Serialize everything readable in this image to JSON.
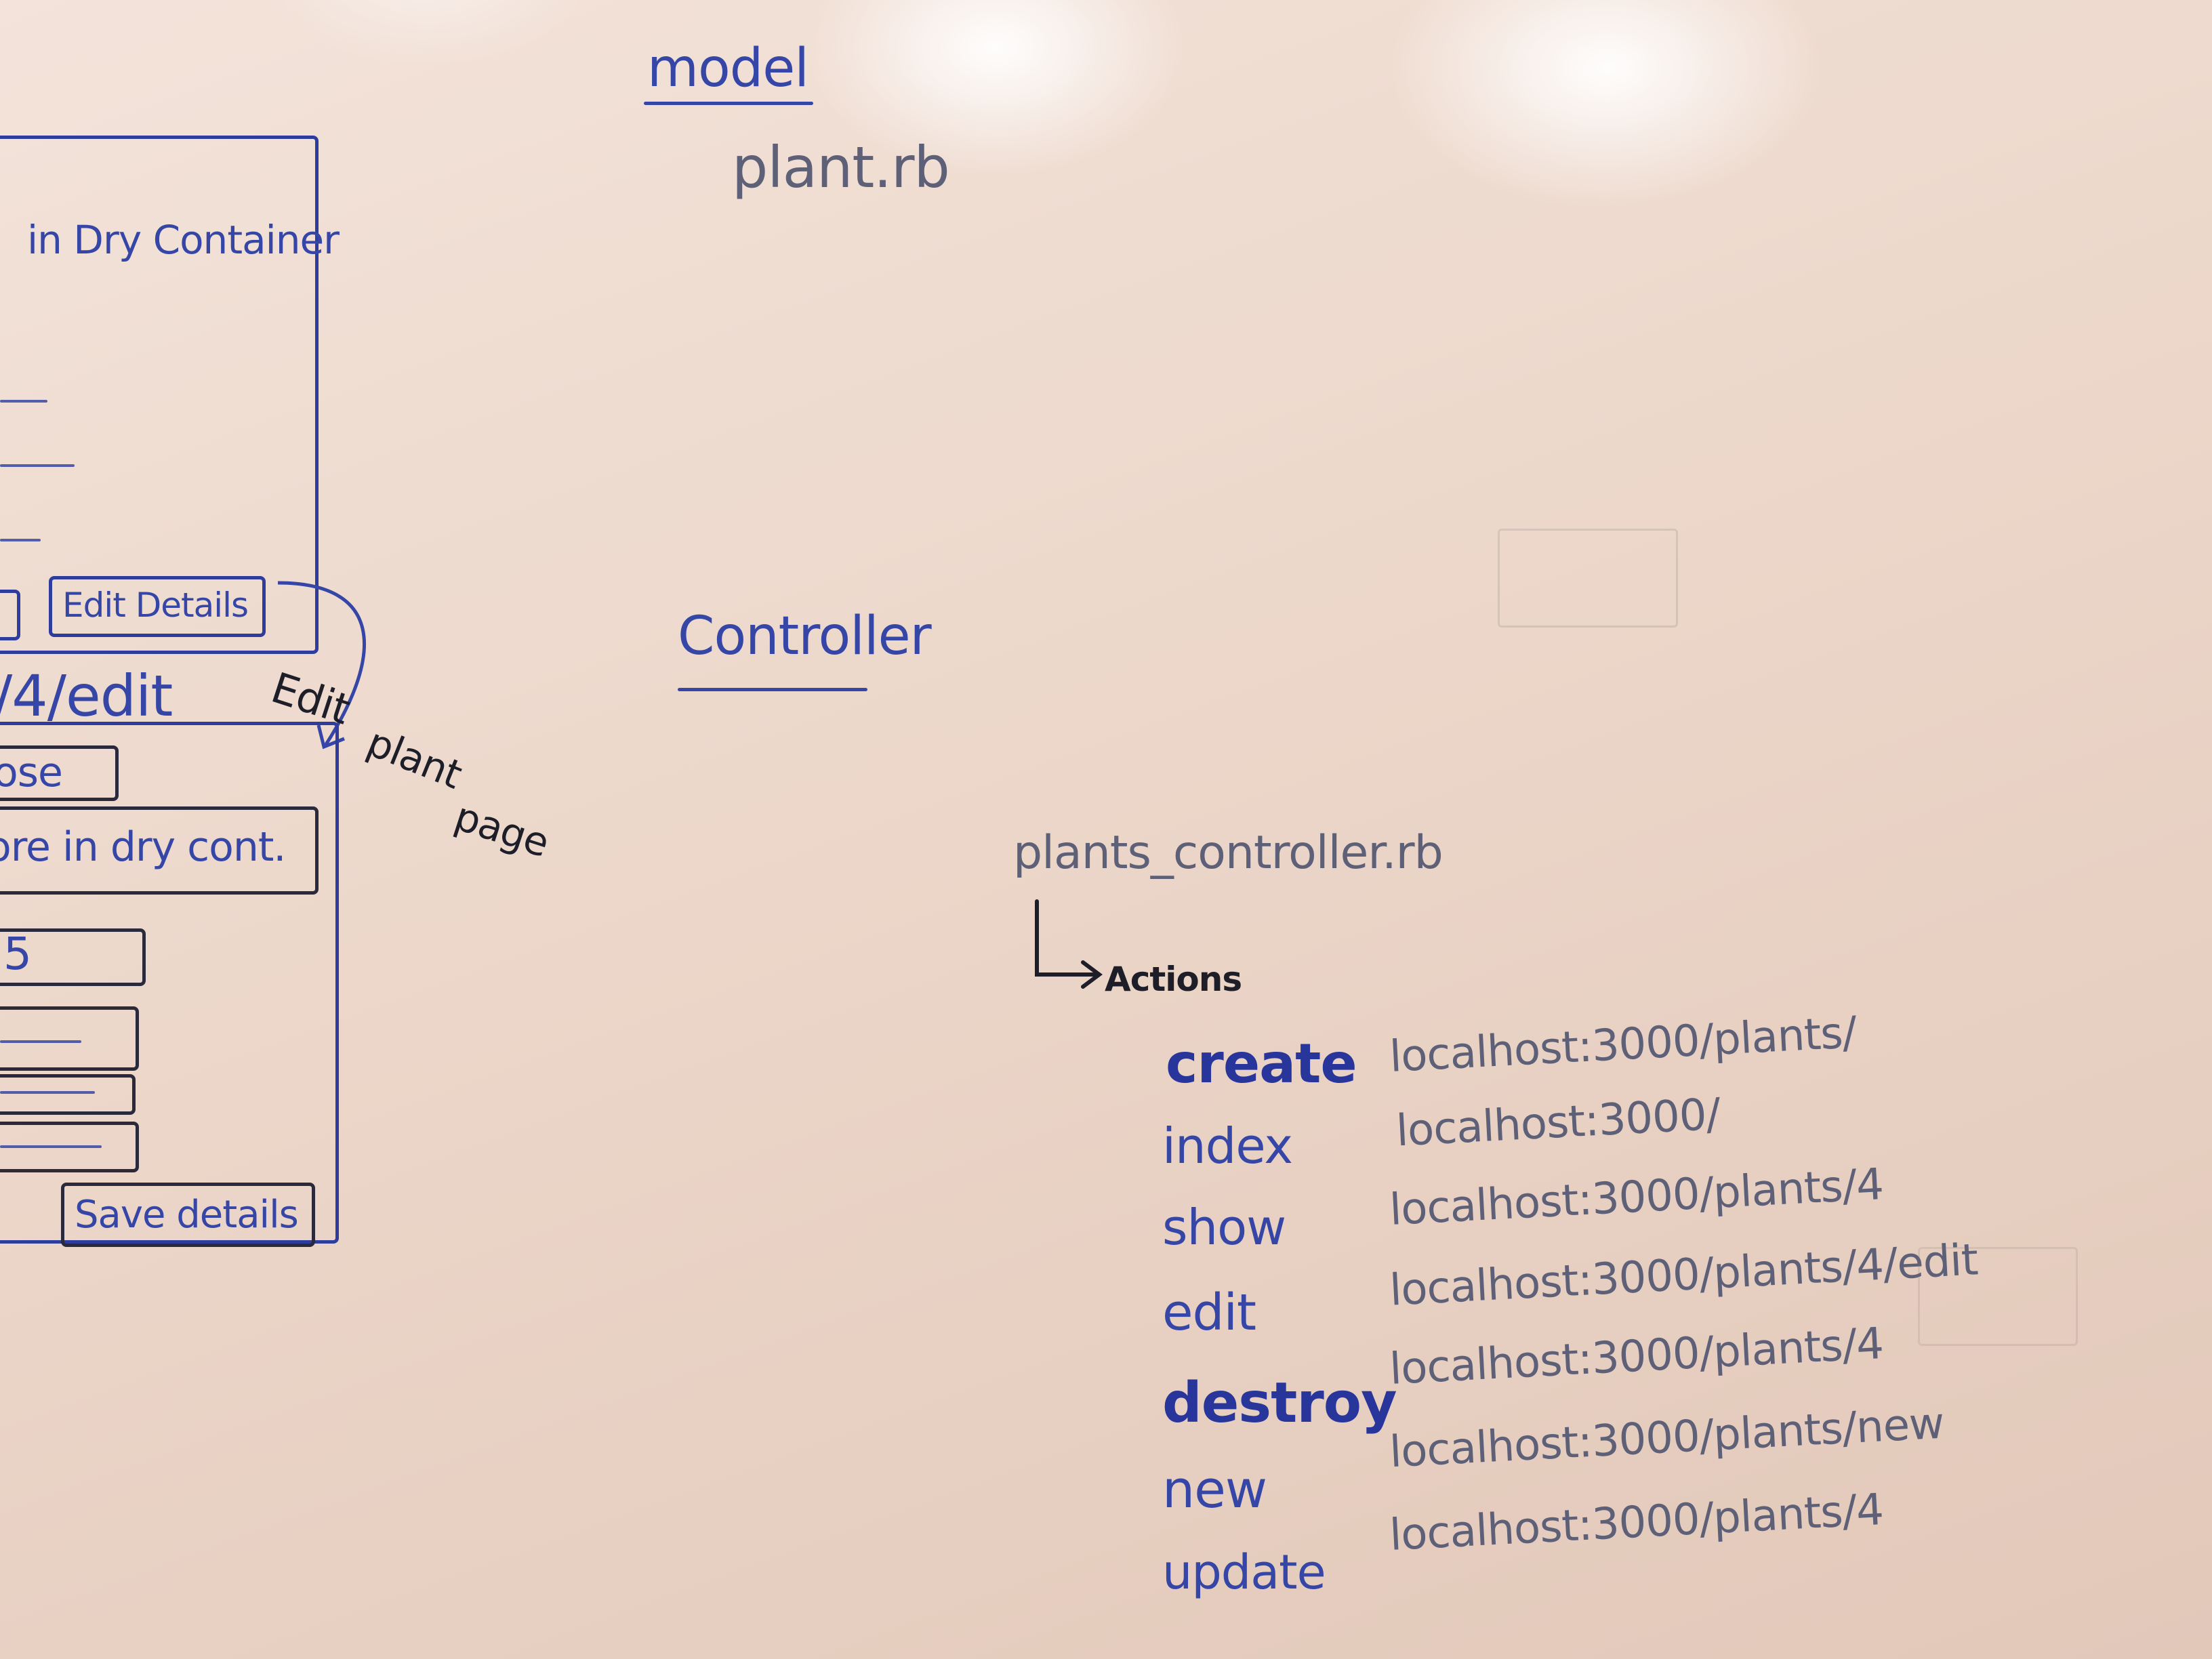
{
  "heading_model": "model",
  "model_file": "plant.rb",
  "heading_controller": "Controller",
  "controller_file": "plants_controller.rb",
  "actions_label": "Actions",
  "routes": [
    {
      "action": "create",
      "url": "localhost:3000/plants/"
    },
    {
      "action": "index",
      "url": "localhost:3000/"
    },
    {
      "action": "show",
      "url": "localhost:3000/plants/4"
    },
    {
      "action": "edit",
      "url": "localhost:3000/plants/4/edit"
    },
    {
      "action": "destroy",
      "url": "localhost:3000/plants/4"
    },
    {
      "action": "new",
      "url": "localhost:3000/plants/new"
    },
    {
      "action": "update",
      "url": "localhost:3000/plants/4"
    }
  ],
  "sketch": {
    "top_box_title": "in Dry Container",
    "edit_details_button": "Edit Details",
    "edit_path": "/4/edit",
    "edit_note": [
      "Edit",
      "plant",
      "page"
    ],
    "field_name": "ose",
    "field_store": "ore in dry cont.",
    "field_count": "5",
    "save_details_button": "Save details"
  },
  "colors": {
    "board": "#ecd7ca",
    "marker_blue": "#3546a6",
    "marker_grey": "#5e6078",
    "marker_black": "#1e1e28"
  }
}
